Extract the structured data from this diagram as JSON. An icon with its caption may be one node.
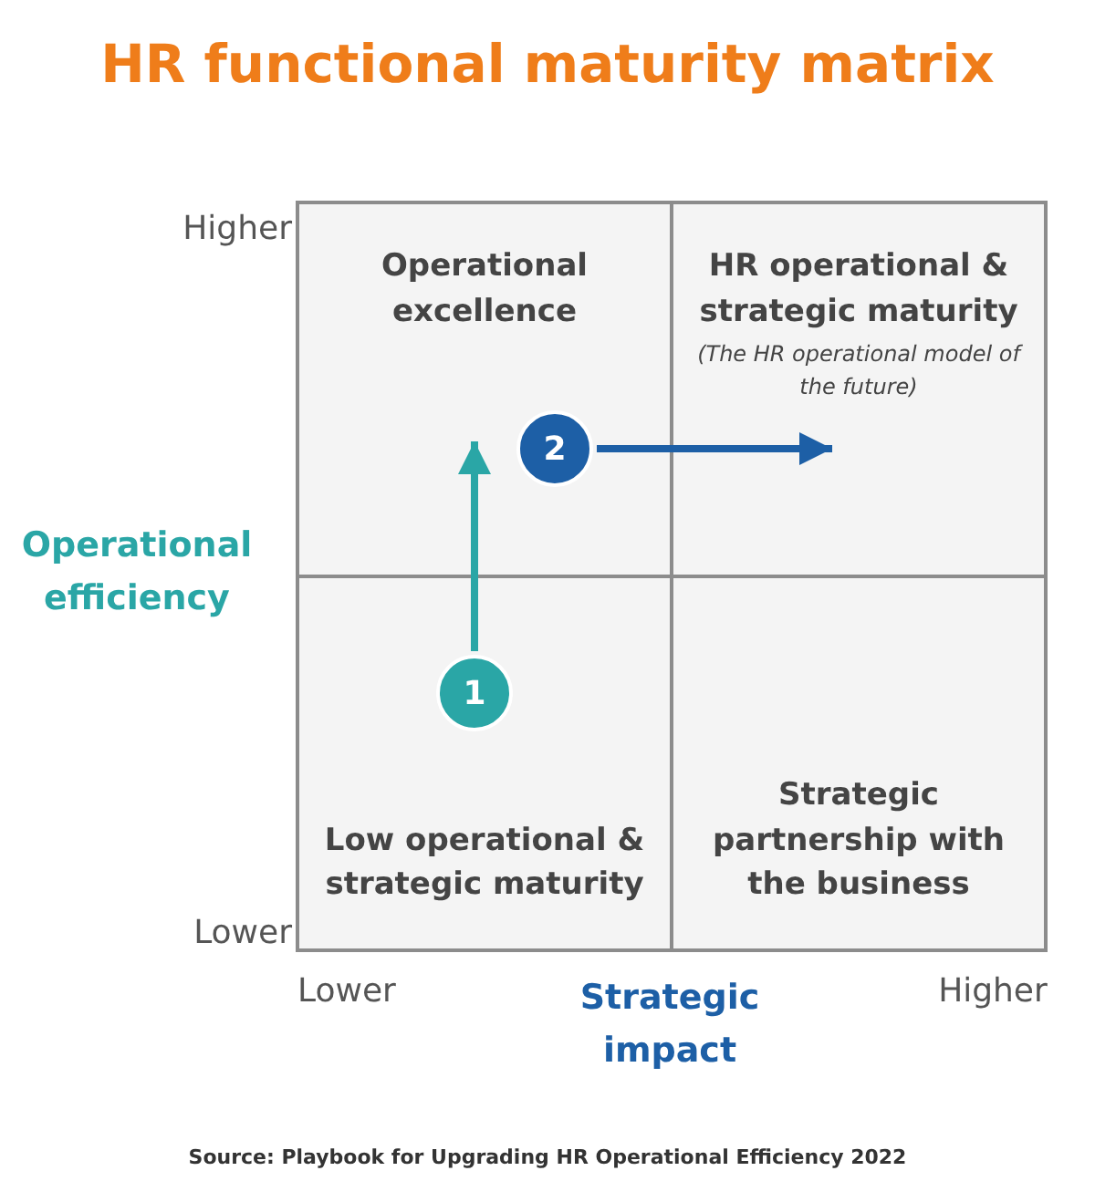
{
  "diagram": {
    "title": "HR functional maturity matrix",
    "caption": "Source: Playbook for Upgrading HR Operational Efficiency 2022",
    "nodes": [
      {
        "text": [
          "Operational excellence"
        ]
      },
      {
        "text": [
          "HR operational & strategic maturity",
          "(The HR operational model of the future)"
        ]
      },
      {
        "text": [
          "Low operational & strategic maturity"
        ]
      },
      {
        "text": [
          "Strategic partnership with the business"
        ]
      },
      {
        "text": [
          "1"
        ],
        "in": 2
      },
      {
        "text": [
          "2"
        ],
        "in": 0
      }
    ],
    "edges": [
      {
        "from": 4,
        "to": 5,
        "arrow": "to",
        "color": "#2aa6a6"
      },
      {
        "from": 5,
        "to": 1,
        "arrow": "to",
        "color": "#1d5fa6"
      }
    ],
    "labels": [
      "Higher",
      "Operational efficiency",
      "Lower",
      "Lower",
      "Strategic impact",
      "Higher"
    ]
  }
}
